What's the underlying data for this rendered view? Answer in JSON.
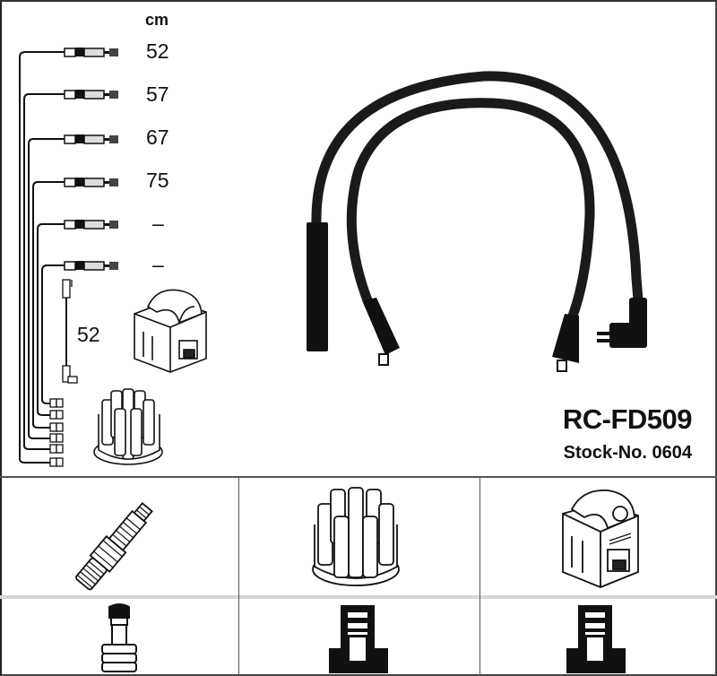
{
  "product": {
    "part_number": "RC-FD509",
    "stock_label": "Stock-No. 0604"
  },
  "cable_lengths": {
    "unit": "cm",
    "rows": [
      {
        "label": "52"
      },
      {
        "label": "57"
      },
      {
        "label": "67"
      },
      {
        "label": "75"
      },
      {
        "label": "–"
      },
      {
        "label": "–"
      }
    ],
    "coil_lead": "52"
  },
  "components": {
    "top_row": [
      {
        "icon": "spark-plug-icon"
      },
      {
        "icon": "distributor-cap-icon"
      },
      {
        "icon": "ignition-coil-icon"
      }
    ],
    "bottom_row": [
      {
        "icon": "spark-plug-terminal-icon"
      },
      {
        "icon": "distributor-terminal-icon"
      },
      {
        "icon": "coil-terminal-icon"
      }
    ]
  },
  "colors": {
    "line": "#111111",
    "border": "#444444",
    "divider_light": "#d6d6d6"
  }
}
